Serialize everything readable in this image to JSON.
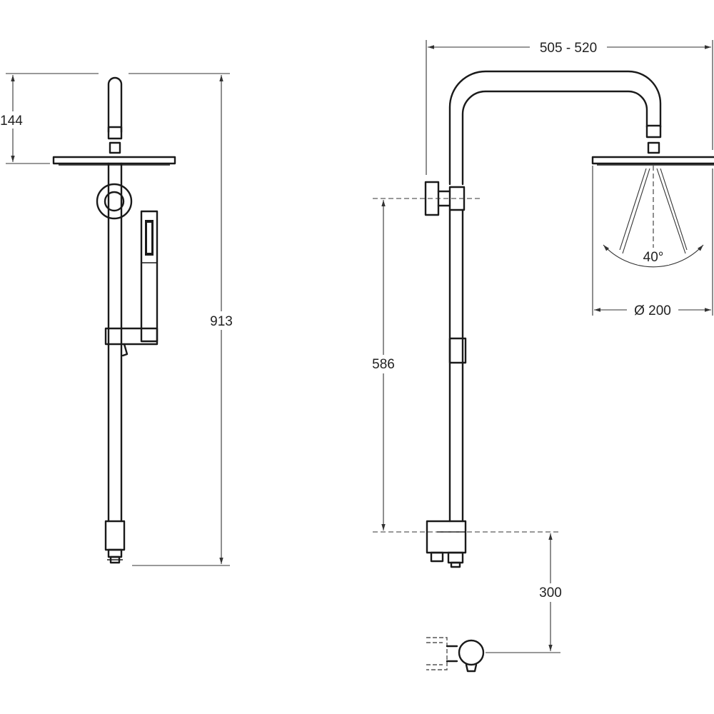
{
  "dimensions": {
    "head_to_arm": "144",
    "total_height": "913",
    "projection": "505 - 520",
    "spray_angle": "40°",
    "head_diameter": "Ø 200",
    "holder_to_inlet": "586",
    "inlet_to_outlet": "300"
  },
  "colors": {
    "line": "#1a1a1a",
    "dimension_line": "#333333",
    "background": "#ffffff"
  }
}
